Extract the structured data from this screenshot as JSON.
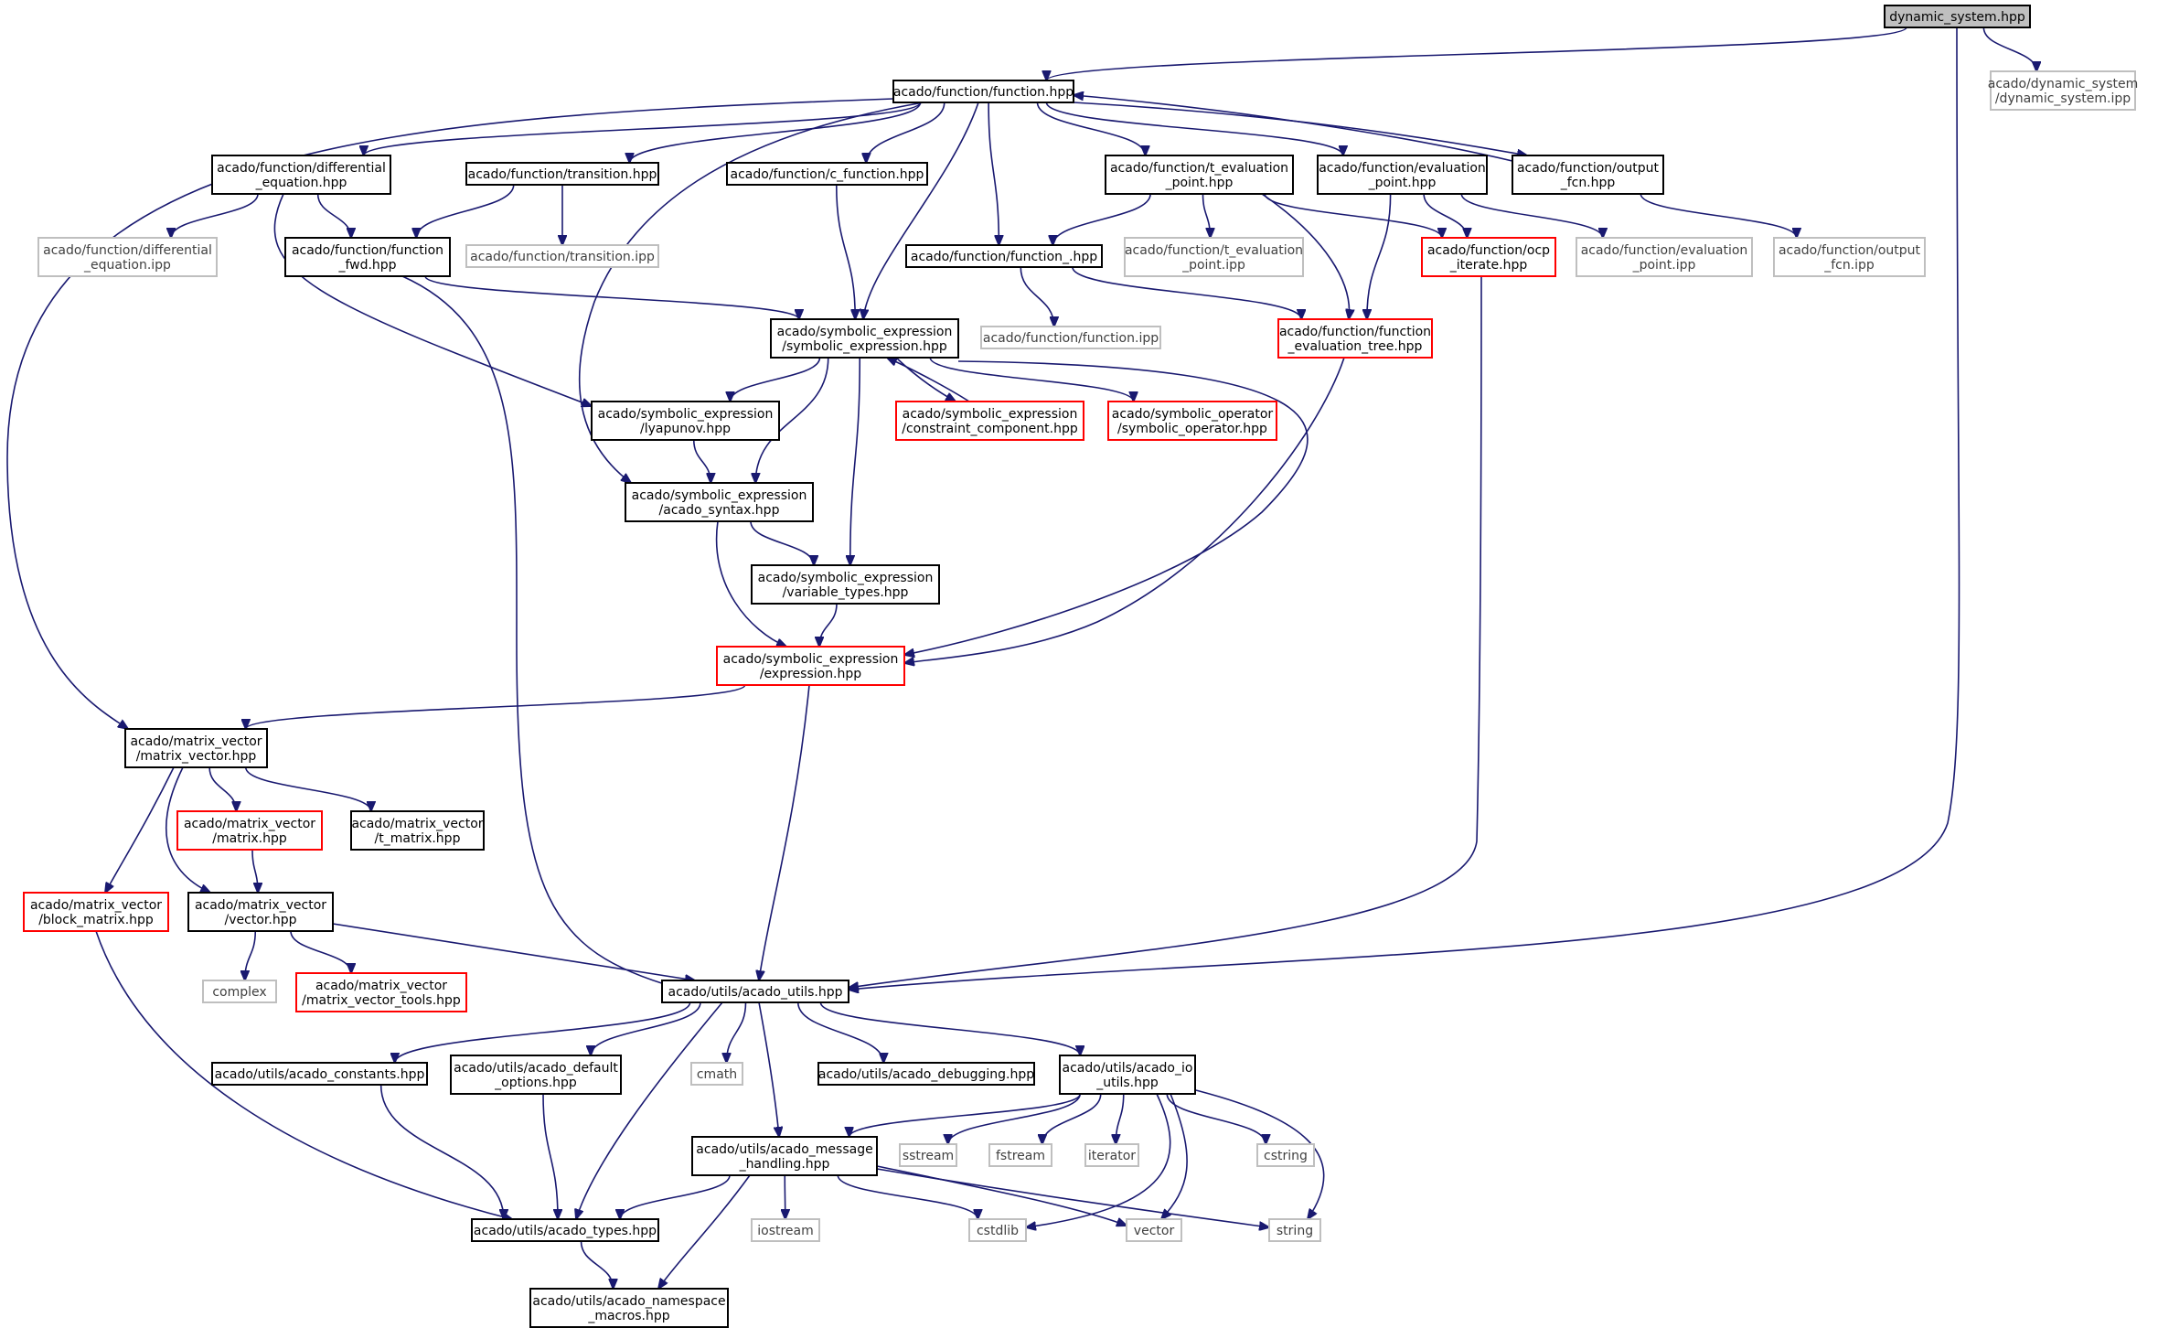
{
  "colors": {
    "edge": "#191970",
    "external_border": "#bfbfbf",
    "missing_border": "#ff0000",
    "root_fill": "#bfbfbf"
  },
  "nodes": {
    "dynamic_system": {
      "lines": [
        "dynamic_system.hpp"
      ],
      "kind": "root"
    },
    "dyn_ipp": {
      "lines": [
        "acado/dynamic_system",
        "/dynamic_system.ipp"
      ],
      "kind": "ext"
    },
    "function": {
      "lines": [
        "acado/function/function.hpp"
      ],
      "kind": "normal"
    },
    "diff_eq": {
      "lines": [
        "acado/function/differential",
        "_equation.hpp"
      ],
      "kind": "normal"
    },
    "transition": {
      "lines": [
        "acado/function/transition.hpp"
      ],
      "kind": "normal"
    },
    "c_function": {
      "lines": [
        "acado/function/c_function.hpp"
      ],
      "kind": "normal"
    },
    "t_eval_point": {
      "lines": [
        "acado/function/t_evaluation",
        "_point.hpp"
      ],
      "kind": "normal"
    },
    "eval_point": {
      "lines": [
        "acado/function/evaluation",
        "_point.hpp"
      ],
      "kind": "normal"
    },
    "output_fcn": {
      "lines": [
        "acado/function/output",
        "_fcn.hpp"
      ],
      "kind": "normal"
    },
    "diff_eq_ipp": {
      "lines": [
        "acado/function/differential",
        "_equation.ipp"
      ],
      "kind": "ext"
    },
    "function_fwd": {
      "lines": [
        "acado/function/function",
        "_fwd.hpp"
      ],
      "kind": "normal"
    },
    "transition_ipp": {
      "lines": [
        "acado/function/transition.ipp"
      ],
      "kind": "ext"
    },
    "function_": {
      "lines": [
        "acado/function/function_.hpp"
      ],
      "kind": "normal"
    },
    "t_eval_ipp": {
      "lines": [
        "acado/function/t_evaluation",
        "_point.ipp"
      ],
      "kind": "ext"
    },
    "ocp_iterate": {
      "lines": [
        "acado/function/ocp",
        "_iterate.hpp"
      ],
      "kind": "red"
    },
    "eval_ipp": {
      "lines": [
        "acado/function/evaluation",
        "_point.ipp"
      ],
      "kind": "ext"
    },
    "output_ipp": {
      "lines": [
        "acado/function/output",
        "_fcn.ipp"
      ],
      "kind": "ext"
    },
    "sym_expr": {
      "lines": [
        "acado/symbolic_expression",
        "/symbolic_expression.hpp"
      ],
      "kind": "normal"
    },
    "function_ipp": {
      "lines": [
        "acado/function/function.ipp"
      ],
      "kind": "ext"
    },
    "eval_tree": {
      "lines": [
        "acado/function/function",
        "_evaluation_tree.hpp"
      ],
      "kind": "red"
    },
    "lyapunov": {
      "lines": [
        "acado/symbolic_expression",
        "/lyapunov.hpp"
      ],
      "kind": "normal"
    },
    "constraint_comp": {
      "lines": [
        "acado/symbolic_expression",
        "/constraint_component.hpp"
      ],
      "kind": "red"
    },
    "sym_operator": {
      "lines": [
        "acado/symbolic_operator",
        "/symbolic_operator.hpp"
      ],
      "kind": "red"
    },
    "acado_syntax": {
      "lines": [
        "acado/symbolic_expression",
        "/acado_syntax.hpp"
      ],
      "kind": "normal"
    },
    "variable_types": {
      "lines": [
        "acado/symbolic_expression",
        "/variable_types.hpp"
      ],
      "kind": "normal"
    },
    "expression": {
      "lines": [
        "acado/symbolic_expression",
        "/expression.hpp"
      ],
      "kind": "red"
    },
    "matrix_vector": {
      "lines": [
        "acado/matrix_vector",
        "/matrix_vector.hpp"
      ],
      "kind": "normal"
    },
    "matrix": {
      "lines": [
        "acado/matrix_vector",
        "/matrix.hpp"
      ],
      "kind": "red"
    },
    "t_matrix": {
      "lines": [
        "acado/matrix_vector",
        "/t_matrix.hpp"
      ],
      "kind": "normal"
    },
    "block_matrix": {
      "lines": [
        "acado/matrix_vector",
        "/block_matrix.hpp"
      ],
      "kind": "red"
    },
    "vector": {
      "lines": [
        "acado/matrix_vector",
        "/vector.hpp"
      ],
      "kind": "normal"
    },
    "complex": {
      "lines": [
        "complex"
      ],
      "kind": "ext"
    },
    "mv_tools": {
      "lines": [
        "acado/matrix_vector",
        "/matrix_vector_tools.hpp"
      ],
      "kind": "red"
    },
    "acado_utils": {
      "lines": [
        "acado/utils/acado_utils.hpp"
      ],
      "kind": "normal"
    },
    "constants": {
      "lines": [
        "acado/utils/acado_constants.hpp"
      ],
      "kind": "normal"
    },
    "default_options": {
      "lines": [
        "acado/utils/acado_default",
        "_options.hpp"
      ],
      "kind": "normal"
    },
    "cmath": {
      "lines": [
        "cmath"
      ],
      "kind": "ext"
    },
    "debugging": {
      "lines": [
        "acado/utils/acado_debugging.hpp"
      ],
      "kind": "normal"
    },
    "io_utils": {
      "lines": [
        "acado/utils/acado_io",
        "_utils.hpp"
      ],
      "kind": "normal"
    },
    "message": {
      "lines": [
        "acado/utils/acado_message",
        "_handling.hpp"
      ],
      "kind": "normal"
    },
    "sstream": {
      "lines": [
        "sstream"
      ],
      "kind": "ext"
    },
    "fstream": {
      "lines": [
        "fstream"
      ],
      "kind": "ext"
    },
    "iterator": {
      "lines": [
        "iterator"
      ],
      "kind": "ext"
    },
    "cstring": {
      "lines": [
        "cstring"
      ],
      "kind": "ext"
    },
    "types": {
      "lines": [
        "acado/utils/acado_types.hpp"
      ],
      "kind": "normal"
    },
    "iostream": {
      "lines": [
        "iostream"
      ],
      "kind": "ext"
    },
    "cstdlib": {
      "lines": [
        "cstdlib"
      ],
      "kind": "ext"
    },
    "vector_std": {
      "lines": [
        "vector"
      ],
      "kind": "ext"
    },
    "string": {
      "lines": [
        "string"
      ],
      "kind": "ext"
    },
    "namespace_macros": {
      "lines": [
        "acado/utils/acado_namespace",
        "_macros.hpp"
      ],
      "kind": "normal"
    }
  },
  "edges": [
    [
      "dynamic_system",
      "function"
    ],
    [
      "dynamic_system",
      "dyn_ipp"
    ],
    [
      "dynamic_system",
      "acado_utils"
    ],
    [
      "function",
      "diff_eq"
    ],
    [
      "function",
      "transition"
    ],
    [
      "function",
      "c_function"
    ],
    [
      "function",
      "t_eval_point"
    ],
    [
      "function",
      "eval_point"
    ],
    [
      "function",
      "output_fcn"
    ],
    [
      "function",
      "function_"
    ],
    [
      "function",
      "sym_expr"
    ],
    [
      "function",
      "acado_syntax"
    ],
    [
      "function",
      "matrix_vector"
    ],
    [
      "diff_eq",
      "diff_eq_ipp"
    ],
    [
      "diff_eq",
      "function_fwd"
    ],
    [
      "diff_eq",
      "lyapunov"
    ],
    [
      "transition",
      "function_fwd"
    ],
    [
      "transition",
      "transition_ipp"
    ],
    [
      "c_function",
      "sym_expr"
    ],
    [
      "t_eval_point",
      "function_"
    ],
    [
      "t_eval_point",
      "t_eval_ipp"
    ],
    [
      "t_eval_point",
      "ocp_iterate"
    ],
    [
      "t_eval_point",
      "eval_tree"
    ],
    [
      "eval_point",
      "ocp_iterate"
    ],
    [
      "eval_point",
      "eval_ipp"
    ],
    [
      "eval_point",
      "eval_tree"
    ],
    [
      "output_fcn",
      "function"
    ],
    [
      "output_fcn",
      "output_ipp"
    ],
    [
      "function_fwd",
      "sym_expr"
    ],
    [
      "function_fwd",
      "acado_utils"
    ],
    [
      "function_",
      "function_ipp"
    ],
    [
      "function_",
      "eval_tree"
    ],
    [
      "ocp_iterate",
      "acado_utils"
    ],
    [
      "eval_tree",
      "expression"
    ],
    [
      "sym_expr",
      "lyapunov"
    ],
    [
      "sym_expr",
      "constraint_comp"
    ],
    [
      "sym_expr",
      "sym_operator"
    ],
    [
      "sym_expr",
      "acado_syntax"
    ],
    [
      "sym_expr",
      "variable_types"
    ],
    [
      "sym_expr",
      "expression"
    ],
    [
      "constraint_comp",
      "sym_expr"
    ],
    [
      "lyapunov",
      "acado_syntax"
    ],
    [
      "acado_syntax",
      "variable_types"
    ],
    [
      "acado_syntax",
      "expression"
    ],
    [
      "variable_types",
      "expression"
    ],
    [
      "expression",
      "matrix_vector"
    ],
    [
      "expression",
      "acado_utils"
    ],
    [
      "matrix_vector",
      "matrix"
    ],
    [
      "matrix_vector",
      "t_matrix"
    ],
    [
      "matrix_vector",
      "block_matrix"
    ],
    [
      "matrix_vector",
      "vector"
    ],
    [
      "matrix",
      "vector"
    ],
    [
      "block_matrix",
      "types"
    ],
    [
      "vector",
      "complex"
    ],
    [
      "vector",
      "mv_tools"
    ],
    [
      "vector",
      "acado_utils"
    ],
    [
      "acado_utils",
      "constants"
    ],
    [
      "acado_utils",
      "default_options"
    ],
    [
      "acado_utils",
      "cmath"
    ],
    [
      "acado_utils",
      "debugging"
    ],
    [
      "acado_utils",
      "io_utils"
    ],
    [
      "acado_utils",
      "message"
    ],
    [
      "acado_utils",
      "types"
    ],
    [
      "constants",
      "types"
    ],
    [
      "default_options",
      "types"
    ],
    [
      "io_utils",
      "message"
    ],
    [
      "io_utils",
      "sstream"
    ],
    [
      "io_utils",
      "fstream"
    ],
    [
      "io_utils",
      "iterator"
    ],
    [
      "io_utils",
      "cstring"
    ],
    [
      "io_utils",
      "cstdlib"
    ],
    [
      "io_utils",
      "vector_std"
    ],
    [
      "io_utils",
      "string"
    ],
    [
      "message",
      "types"
    ],
    [
      "message",
      "iostream"
    ],
    [
      "message",
      "cstdlib"
    ],
    [
      "message",
      "vector_std"
    ],
    [
      "message",
      "string"
    ],
    [
      "message",
      "namespace_macros"
    ],
    [
      "types",
      "namespace_macros"
    ]
  ]
}
